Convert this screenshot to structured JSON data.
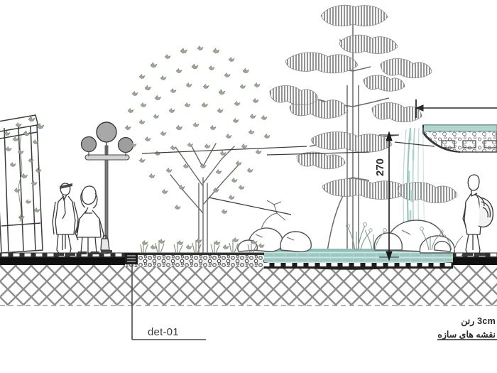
{
  "drawing": {
    "type": "landscape-architectural-section",
    "sheet_background": "#ffffff",
    "ground_line_color": "#111111",
    "line_color": "#555555",
    "foliage_color": "#8a9a85",
    "water_color": "#a8cfcb",
    "stone_color": "#6a6a6a"
  },
  "annotations": {
    "detail_callout": "det-01",
    "vertical_dimension": "270",
    "note_line_1": "3cm رتن",
    "note_line_2": "نقشه های سازه"
  },
  "elements": {
    "pergola": "vine-covered-trellis",
    "lamp": "three-globe-street-lamp",
    "figures": [
      "man-walking",
      "woman-walking",
      "person-with-backpack"
    ],
    "trees": [
      "deciduous-broadleaf-tree",
      "layered-conifer-tree"
    ],
    "water": [
      "elevated-canal",
      "waterfall",
      "reflecting-pond"
    ],
    "ground": [
      "paved-walkway",
      "gravel-planter-bed",
      "cross-hatched-subgrade"
    ]
  }
}
